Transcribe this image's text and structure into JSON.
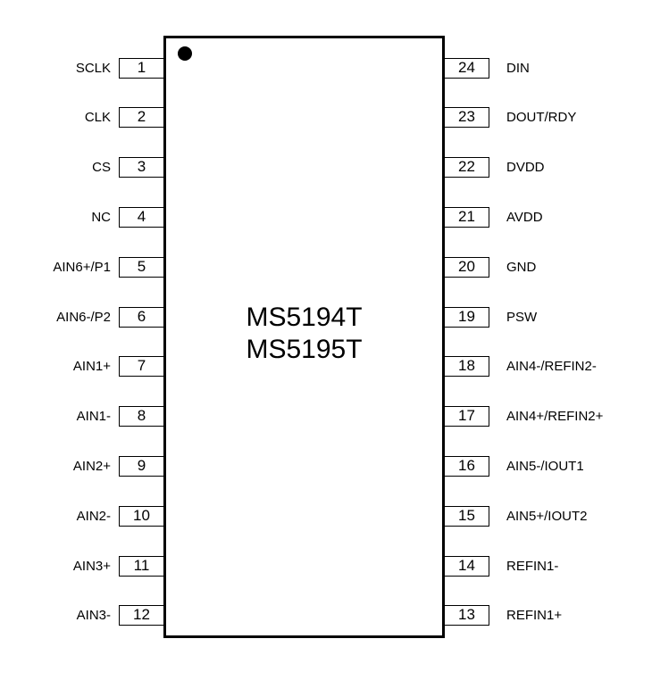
{
  "chip": {
    "part_numbers": [
      "MS5194T",
      "MS5195T"
    ]
  },
  "pins_left": [
    {
      "number": "1",
      "name": "SCLK"
    },
    {
      "number": "2",
      "name": "CLK"
    },
    {
      "number": "3",
      "name": "CS"
    },
    {
      "number": "4",
      "name": "NC"
    },
    {
      "number": "5",
      "name": "AIN6+/P1"
    },
    {
      "number": "6",
      "name": "AIN6-/P2"
    },
    {
      "number": "7",
      "name": "AIN1+"
    },
    {
      "number": "8",
      "name": "AIN1-"
    },
    {
      "number": "9",
      "name": "AIN2+"
    },
    {
      "number": "10",
      "name": "AIN2-"
    },
    {
      "number": "11",
      "name": "AIN3+"
    },
    {
      "number": "12",
      "name": "AIN3-"
    }
  ],
  "pins_right": [
    {
      "number": "24",
      "name": "DIN"
    },
    {
      "number": "23",
      "name": "DOUT/RDY"
    },
    {
      "number": "22",
      "name": "DVDD"
    },
    {
      "number": "21",
      "name": "AVDD"
    },
    {
      "number": "20",
      "name": "GND"
    },
    {
      "number": "19",
      "name": "PSW"
    },
    {
      "number": "18",
      "name": "AIN4-/REFIN2-"
    },
    {
      "number": "17",
      "name": "AIN4+/REFIN2+"
    },
    {
      "number": "16",
      "name": "AIN5-/IOUT1"
    },
    {
      "number": "15",
      "name": "AIN5+/IOUT2"
    },
    {
      "number": "14",
      "name": "REFIN1-"
    },
    {
      "number": "13",
      "name": "REFIN1+"
    }
  ]
}
